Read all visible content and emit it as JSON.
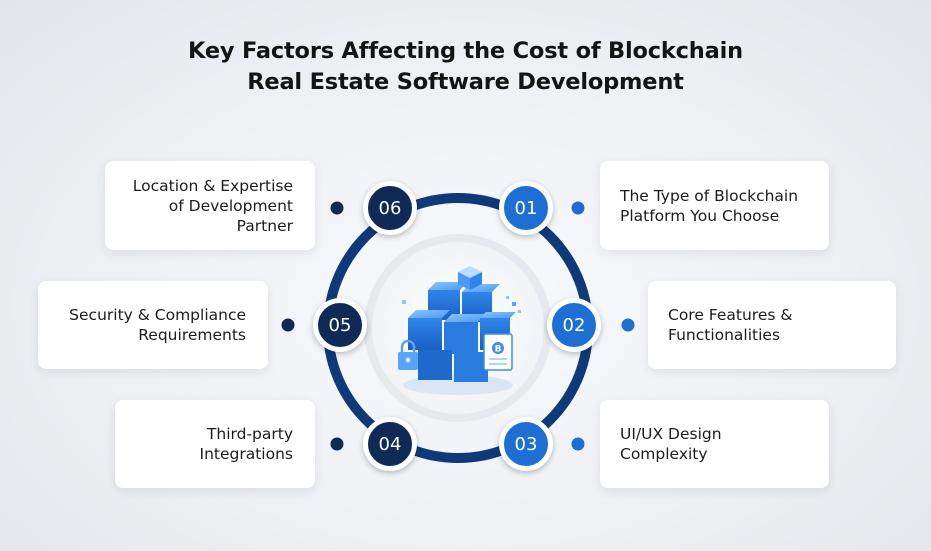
{
  "title": {
    "line1": "Key Factors Affecting the Cost of Blockchain",
    "line2": "Real Estate Software Development"
  },
  "factors": [
    {
      "number": "01",
      "label": "The Type of Blockchain\nPlatform You Choose"
    },
    {
      "number": "02",
      "label": "Core Features &\nFunctionalities"
    },
    {
      "number": "03",
      "label": "UI/UX Design\nComplexity"
    },
    {
      "number": "04",
      "label": "Third-party\nIntegrations"
    },
    {
      "number": "05",
      "label": "Security & Compliance\nRequirements"
    },
    {
      "number": "06",
      "label": "Location & Expertise\nof Development\nPartner"
    }
  ],
  "colors": {
    "dark_navy": "#0e2a55",
    "accent_blue": "#1d6fd4",
    "ring": "#0f3a7a"
  },
  "icons": {
    "center": "blockchain-cubes-icon"
  }
}
